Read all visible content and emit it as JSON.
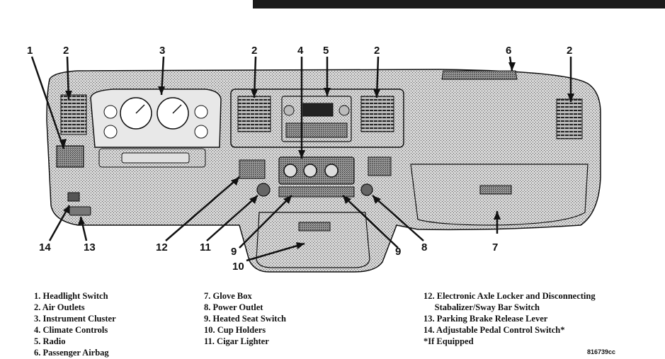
{
  "callouts": {
    "n1": "1",
    "n2a": "2",
    "n3": "3",
    "n2b": "2",
    "n4": "4",
    "n5": "5",
    "n2c": "2",
    "n6": "6",
    "n2d": "2",
    "n14": "14",
    "n13": "13",
    "n12": "12",
    "n11": "11",
    "n9a": "9",
    "n10": "10",
    "n9b": "9",
    "n8": "8",
    "n7": "7"
  },
  "legend": {
    "col1": [
      "1. Headlight Switch",
      "2. Air Outlets",
      "3. Instrument Cluster",
      "4. Climate Controls",
      "5. Radio",
      "6. Passenger Airbag"
    ],
    "col2": [
      "7. Glove Box",
      "8. Power Outlet",
      "9. Heated Seat Switch",
      "10. Cup Holders",
      "11. Cigar Lighter"
    ],
    "col3": [
      "12. Electronic Axle Locker and Disconnecting",
      "     Stabalizer/Sway Bar Switch",
      "13. Parking Brake Release Lever",
      "14. Adjustable Pedal Control Switch*",
      "*If Equipped"
    ]
  },
  "figure_code": "816739cc"
}
